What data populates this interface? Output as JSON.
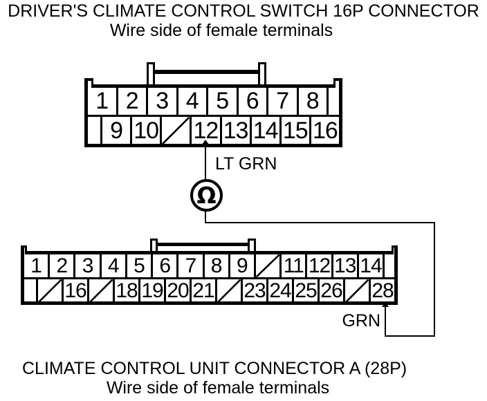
{
  "colors": {
    "ink": "#000000",
    "paper": "#ffffff"
  },
  "header": {
    "title": "DRIVER'S CLIMATE CONTROL SWITCH 16P CONNECTOR",
    "subtitle": "Wire side of female terminals"
  },
  "footer": {
    "title": "CLIMATE CONTROL UNIT CONNECTOR A (28P)",
    "subtitle": "Wire side of female terminals"
  },
  "circuit": {
    "upper_wire_color": "LT GRN",
    "lower_wire_color": "GRN",
    "meter_symbol": "Ω",
    "meter_name": "ohmmeter",
    "test_pins": {
      "from": "16P pin 12",
      "to": "28P pin 28"
    }
  },
  "connector_16p": {
    "rows": [
      {
        "cells": [
          {
            "type": "pin",
            "label": "1"
          },
          {
            "type": "pin",
            "label": "2"
          },
          {
            "type": "pin",
            "label": "3"
          },
          {
            "type": "pin",
            "label": "4"
          },
          {
            "type": "pin",
            "label": "5"
          },
          {
            "type": "pin",
            "label": "6"
          },
          {
            "type": "pin",
            "label": "7"
          },
          {
            "type": "pin",
            "label": "8"
          },
          {
            "type": "spacer"
          }
        ]
      },
      {
        "cells": [
          {
            "type": "spacer"
          },
          {
            "type": "pin",
            "label": "9"
          },
          {
            "type": "pin",
            "label": "10"
          },
          {
            "type": "nc"
          },
          {
            "type": "pin",
            "label": "12"
          },
          {
            "type": "pin",
            "label": "13"
          },
          {
            "type": "pin",
            "label": "14"
          },
          {
            "type": "pin",
            "label": "15"
          },
          {
            "type": "pin",
            "label": "16"
          }
        ]
      }
    ]
  },
  "connector_28p": {
    "rows": [
      {
        "cells": [
          {
            "type": "pin",
            "label": "1"
          },
          {
            "type": "pin",
            "label": "2"
          },
          {
            "type": "pin",
            "label": "3"
          },
          {
            "type": "pin",
            "label": "4"
          },
          {
            "type": "pin",
            "label": "5"
          },
          {
            "type": "pin",
            "label": "6"
          },
          {
            "type": "pin",
            "label": "7"
          },
          {
            "type": "pin",
            "label": "8"
          },
          {
            "type": "pin",
            "label": "9"
          },
          {
            "type": "nc"
          },
          {
            "type": "pin",
            "label": "11"
          },
          {
            "type": "pin",
            "label": "12"
          },
          {
            "type": "pin",
            "label": "13"
          },
          {
            "type": "pin",
            "label": "14"
          },
          {
            "type": "spacer"
          }
        ]
      },
      {
        "cells": [
          {
            "type": "spacer"
          },
          {
            "type": "nc"
          },
          {
            "type": "pin",
            "label": "16"
          },
          {
            "type": "nc"
          },
          {
            "type": "pin",
            "label": "18"
          },
          {
            "type": "pin",
            "label": "19"
          },
          {
            "type": "pin",
            "label": "20"
          },
          {
            "type": "pin",
            "label": "21"
          },
          {
            "type": "nc"
          },
          {
            "type": "pin",
            "label": "23"
          },
          {
            "type": "pin",
            "label": "24"
          },
          {
            "type": "pin",
            "label": "25"
          },
          {
            "type": "pin",
            "label": "26"
          },
          {
            "type": "nc"
          },
          {
            "type": "pin",
            "label": "28"
          }
        ]
      }
    ]
  }
}
